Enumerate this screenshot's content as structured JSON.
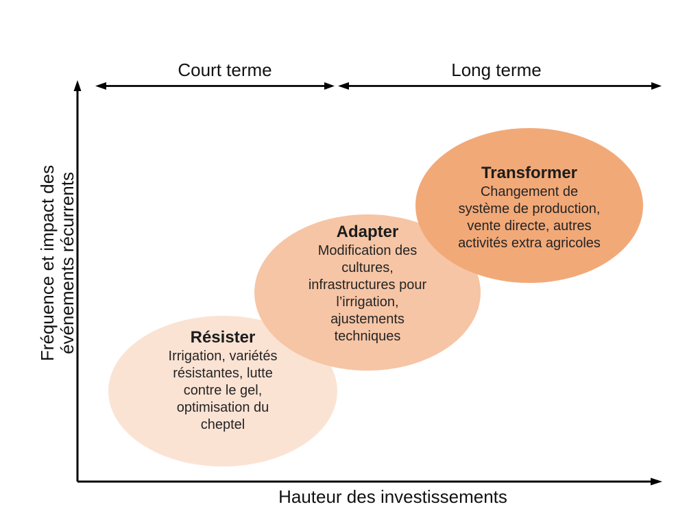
{
  "diagram": {
    "time_axis": {
      "court_label": "Court terme",
      "long_label": "Long terme"
    },
    "x_axis_label": "Hauteur des investissements",
    "y_axis_label": "Fréquence et impact des\névénements récurrents",
    "ellipses": [
      {
        "title": "Résister",
        "description": "Irrigation, variétés\nrésistantes, lutte\ncontre le gel,\noptimisation du\ncheptel",
        "fill": "#FBE3D4"
      },
      {
        "title": "Adapter",
        "description": "Modification des\ncultures,\ninfrastructures pour\nl’irrigation,\najustements\ntechniques",
        "fill": "#F6C5A5"
      },
      {
        "title": "Transformer",
        "description": "Changement de\nsystème de production,\nvente directe, autres\nactivités extra agricoles",
        "fill": "#F2A978"
      }
    ],
    "colors": {
      "arrow": "#000000"
    }
  }
}
